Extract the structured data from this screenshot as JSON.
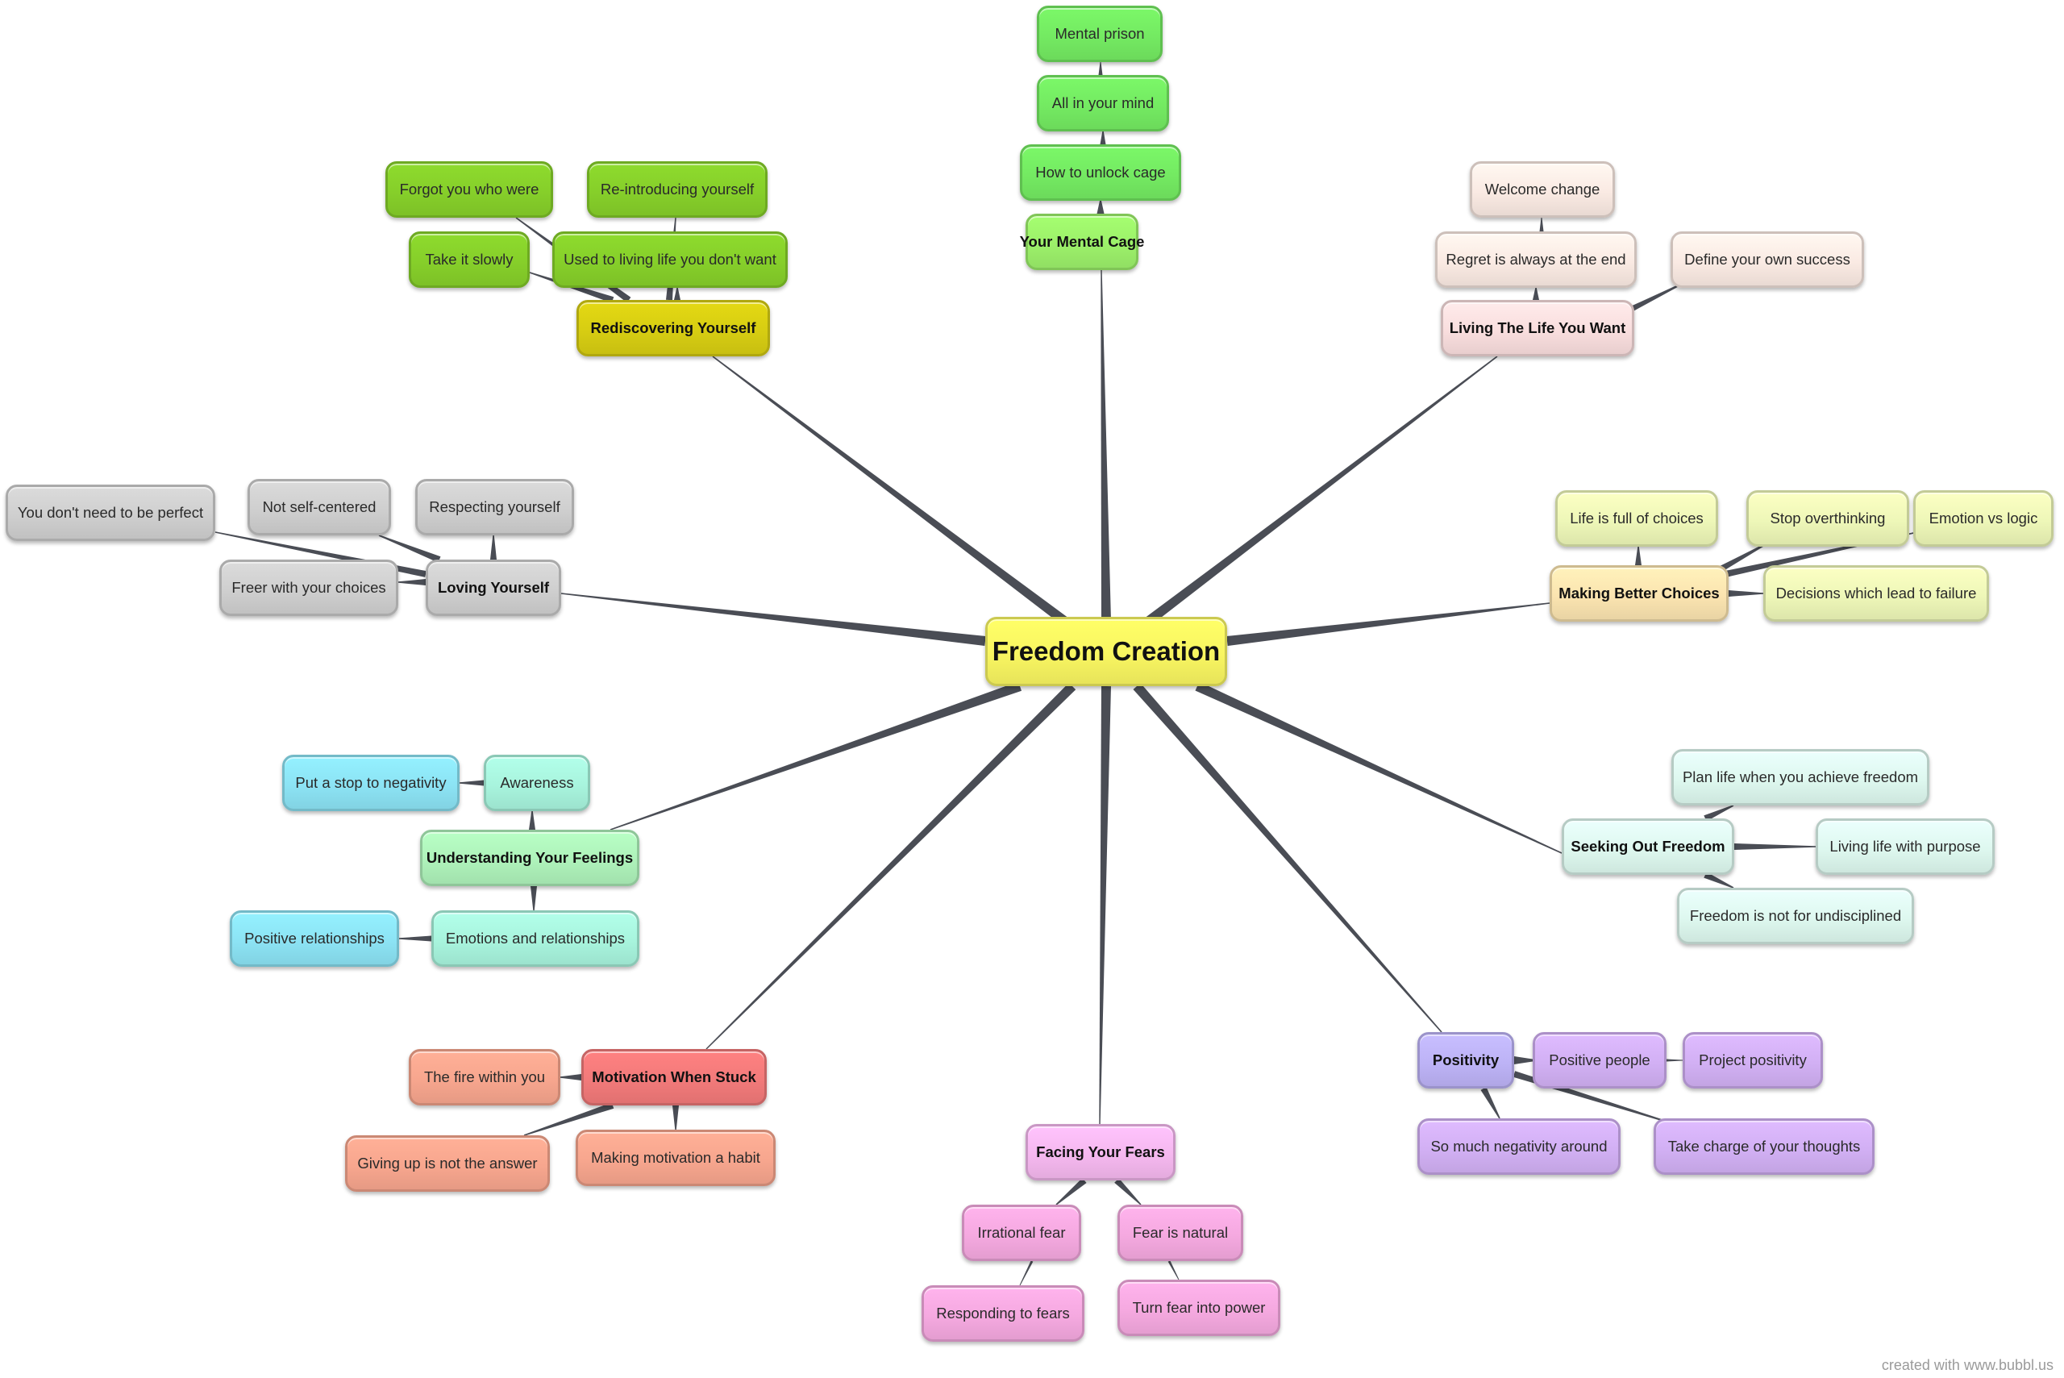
{
  "watermark": "created with www.bubbl.us",
  "center": "Freedom Creation",
  "branches": {
    "mental_cage": {
      "label": "Your Mental Cage",
      "children": [
        "How to unlock cage",
        "All in your mind",
        "Mental prison"
      ]
    },
    "rediscovering": {
      "label": "Rediscovering Yourself",
      "children": [
        "Take it slowly",
        "Used to living life you don't want",
        "Forgot you who were",
        "Re-introducing yourself"
      ]
    },
    "living_life": {
      "label": "Living The Life You Want",
      "children": [
        "Regret is always at the end",
        "Welcome change",
        "Define your own success"
      ]
    },
    "loving": {
      "label": "Loving Yourself",
      "children": [
        "Freer with your choices",
        "You don't need to be perfect",
        "Not self-centered",
        "Respecting yourself"
      ]
    },
    "better_choices": {
      "label": "Making Better Choices",
      "children": [
        "Life is full of choices",
        "Stop overthinking",
        "Emotion vs logic",
        "Decisions which lead to failure"
      ]
    },
    "feelings": {
      "label": "Understanding Your Feelings",
      "children": [
        "Awareness",
        "Put a stop to negativity",
        "Emotions and relationships",
        "Positive relationships"
      ]
    },
    "seeking": {
      "label": "Seeking Out Freedom",
      "children": [
        "Plan life when you achieve freedom",
        "Living life with purpose",
        "Freedom is not for undisciplined"
      ]
    },
    "motivation": {
      "label": "Motivation When Stuck",
      "children": [
        "The fire within you",
        "Giving up is not the answer",
        "Making motivation a habit"
      ]
    },
    "positivity": {
      "label": "Positivity",
      "children": [
        "Positive people",
        "Project positivity",
        "So much negativity around",
        "Take charge of your thoughts"
      ]
    },
    "fears": {
      "label": "Facing Your Fears",
      "children": [
        "Irrational fear",
        "Responding to fears",
        "Fear is natural",
        "Turn fear into power"
      ]
    }
  },
  "colors": {
    "center": "#f8f561",
    "green_bright": "#74ea62",
    "lime": "#9cf06a",
    "olive_green": "#86cf2a",
    "yellow_olive": "#d7cd12",
    "peach_light": "#faeae3",
    "pink_light": "#f9dede",
    "gray": "#cfcfcf",
    "yellow_green_light": "#eef7b8",
    "tan": "#fbe4b0",
    "sky": "#8ce3f4",
    "mint": "#a8f4dd",
    "green_branch": "#aef2ba",
    "mint_light": "#def8ef",
    "salmon": "#f7a68e",
    "red_branch": "#f27a7a",
    "purple_light": "#d2b0f4",
    "purple_branch": "#bdb3f6",
    "pink_purple": "#f5b8ef",
    "pink": "#f5a9e0",
    "edge": "#4a4d55"
  }
}
